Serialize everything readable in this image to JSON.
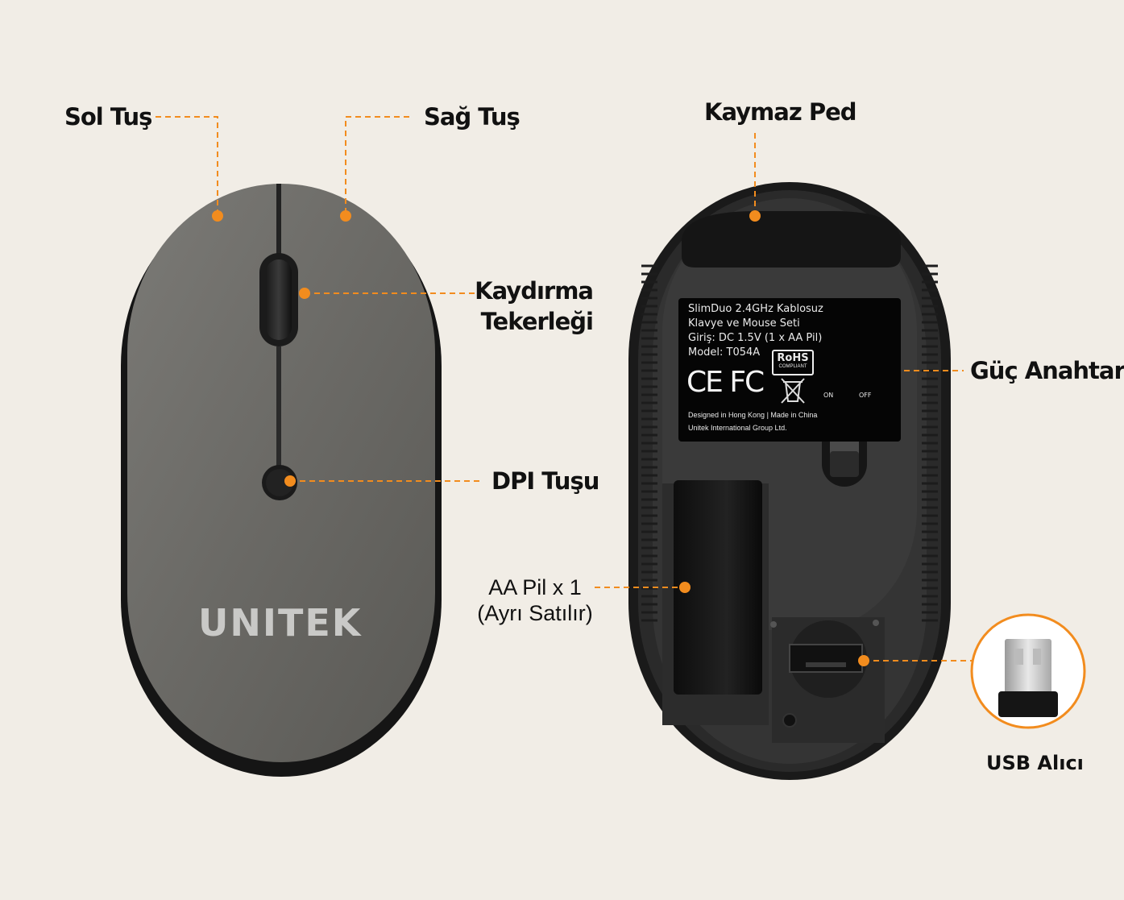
{
  "callouts": {
    "left_button": "Sol Tuş",
    "right_button": "Sağ Tuş",
    "scroll_wheel_line1": "Kaydırma",
    "scroll_wheel_line2": "Tekerleği",
    "dpi_button": "DPI Tuşu",
    "non_slip_pad": "Kaymaz Ped",
    "power_switch": "Güç Anahtarı",
    "battery_line1": "AA Pil x 1",
    "battery_line2": "(Ayrı Satılır)",
    "usb_receiver": "USB Alıcı"
  },
  "mouse_top": {
    "brand_logo": "UNITEK"
  },
  "bottom_label": {
    "line1": "SlimDuo 2.4GHz Kablosuz",
    "line2": "Klavye ve Mouse Seti",
    "line3": "Giriş: DC 1.5V (1 x AA Pil)",
    "line4": "Model: T054A",
    "cert_ce_fc": "CE FC",
    "rohs_title": "RoHS",
    "rohs_sub": "COMPLIANT",
    "switch_on": "ON",
    "switch_off": "OFF",
    "footer1": "Designed in Hong Kong | Made in China",
    "footer2": "Unitek International Group Ltd."
  },
  "colors": {
    "background": "#f1ede6",
    "accent": "#f28c1e",
    "mouse_top": "#6e6d69",
    "mouse_bottom": "#1c1c1c"
  }
}
